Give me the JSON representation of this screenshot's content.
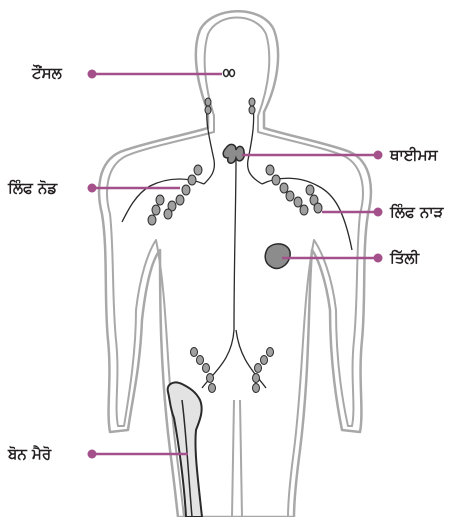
{
  "labels": {
    "tonsil": "ਟੌਂਸਲ",
    "thymus": "ਥਾਈਮਸ",
    "lymph_node": "ਲਿੰਫ ਨੋਡ",
    "lymph_vessel": "ਲਿੰਫ ਨਾੜ",
    "spleen": "ਤਿੱਲੀ",
    "bone_marrow": "ਬੋਨ ਮੈਰੋ"
  },
  "colors": {
    "pointer": "#a4508b",
    "outline": "#a8a8a8",
    "node_fill": "#a0a0a0",
    "organ_fill": "#8c8c8c",
    "bone_fill": "#e3e3e3",
    "text": "#231f20"
  }
}
